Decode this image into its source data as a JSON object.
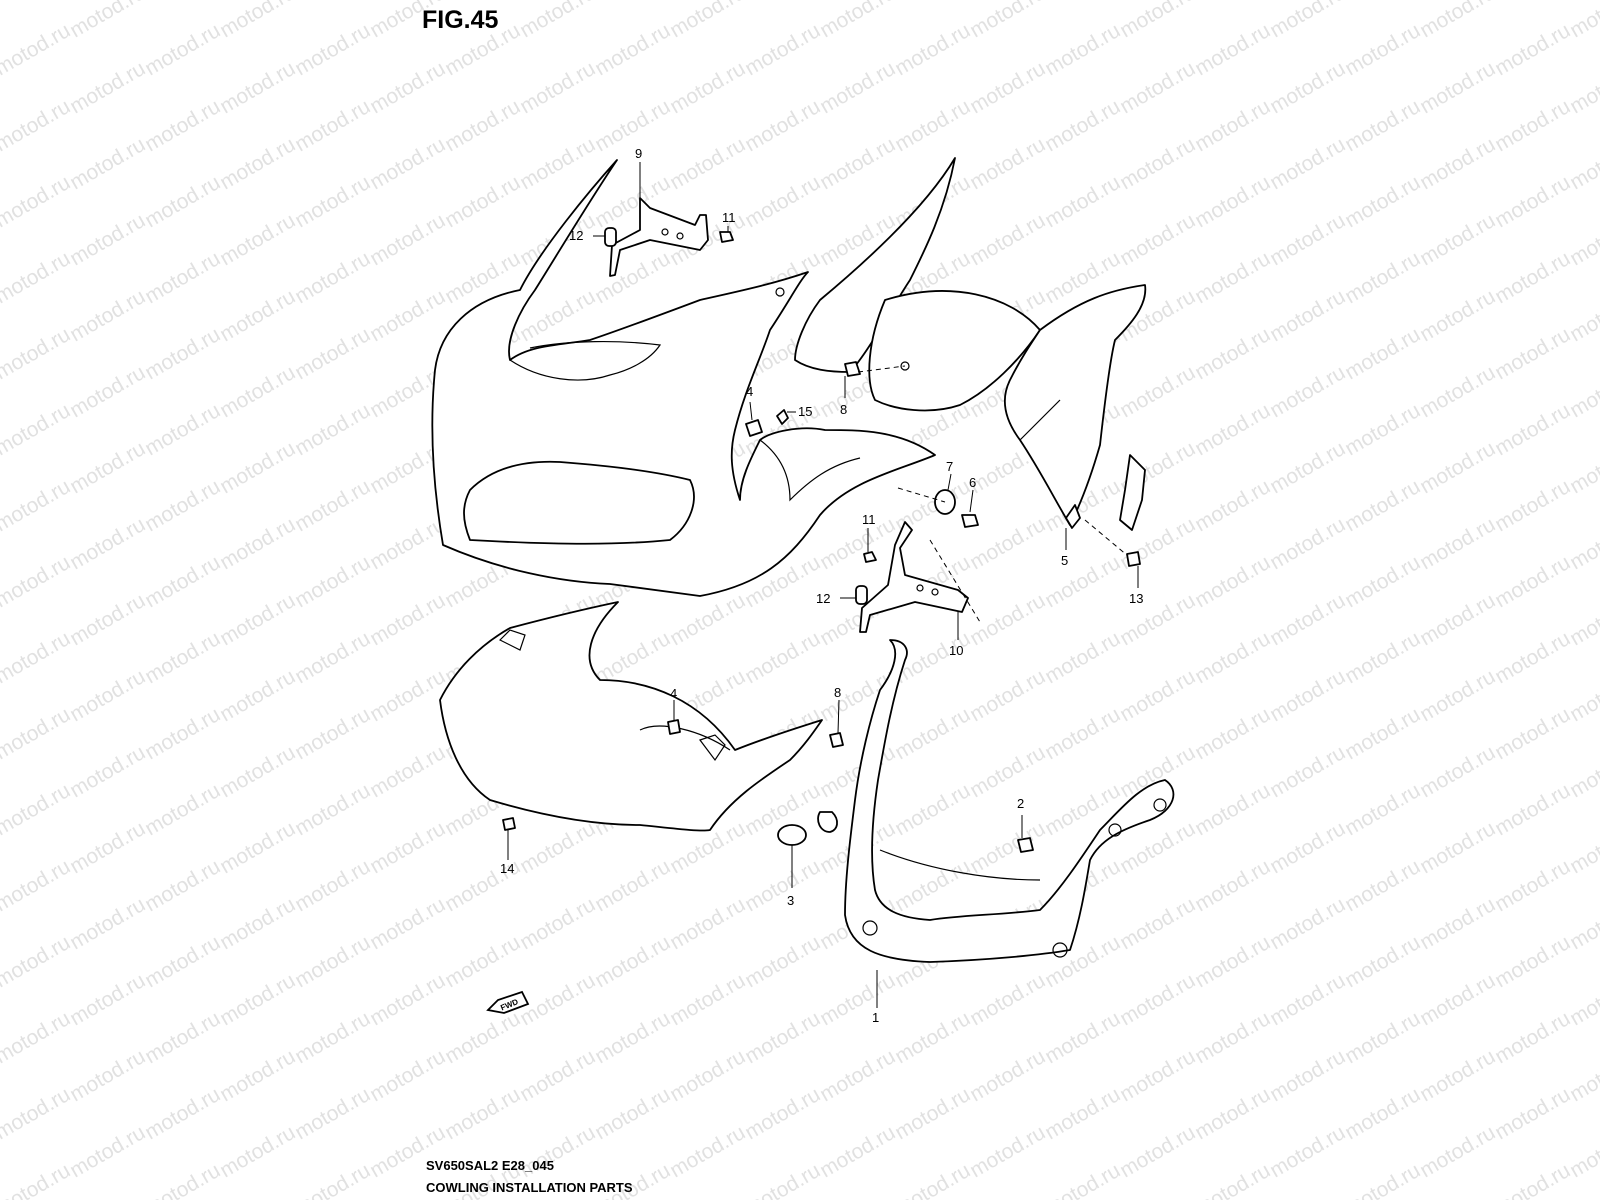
{
  "figure": {
    "title": "FIG.45",
    "model_code": "SV650SAL2 E28_045",
    "caption": "COWLING INSTALLATION PARTS",
    "watermark": "motod.ru",
    "fwd_label": "FWD"
  },
  "callouts": [
    "1",
    "2",
    "3",
    "4",
    "4",
    "5",
    "6",
    "7",
    "8",
    "8",
    "9",
    "10",
    "11",
    "11",
    "12",
    "12",
    "13",
    "14",
    "15"
  ]
}
